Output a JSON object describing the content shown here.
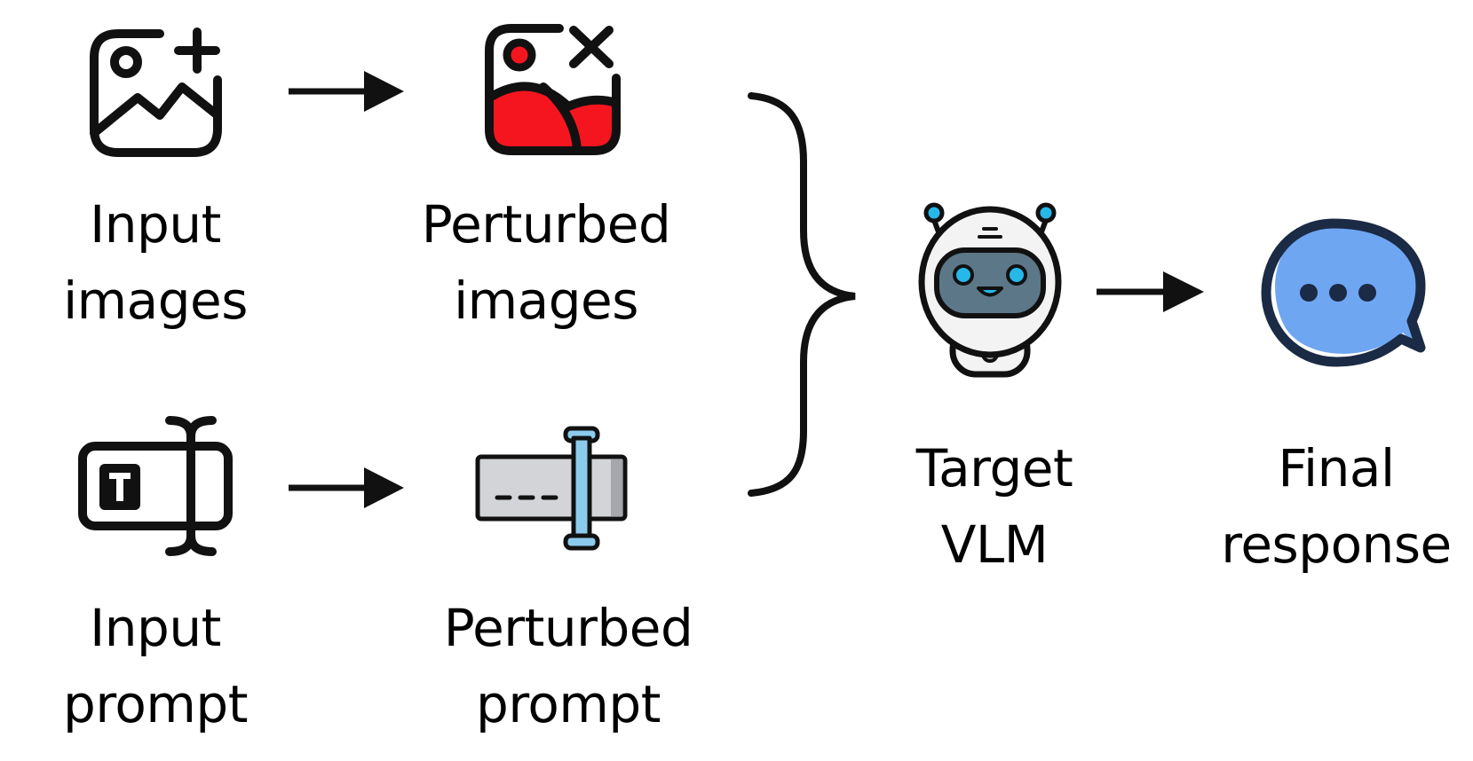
{
  "nodes": {
    "input_images": {
      "line1": "Input",
      "line2": "images",
      "icon": "add-image-icon"
    },
    "perturbed_images": {
      "line1": "Perturbed",
      "line2": "images",
      "icon": "broken-image-icon"
    },
    "input_prompt": {
      "line1": "Input",
      "line2": "prompt",
      "icon": "text-box-icon"
    },
    "perturbed_prompt": {
      "line1": "Perturbed",
      "line2": "prompt",
      "icon": "text-cursor-field-icon"
    },
    "target_vlm": {
      "line1": "Target",
      "line2": "VLM",
      "icon": "robot-icon"
    },
    "final_response": {
      "line1": "Final",
      "line2": "response",
      "icon": "chat-bubble-icon"
    }
  },
  "colors": {
    "stroke": "#111111",
    "image_red": "#f5151f",
    "robot_face": "#5c7788",
    "robot_eye": "#27b8ea",
    "robot_body": "#f3f3f3",
    "bubble_blue": "#6ea6f2",
    "bubble_dark": "#1b2a45",
    "field_gray": "#d3d4d8",
    "cursor_blue": "#8ccbed"
  }
}
